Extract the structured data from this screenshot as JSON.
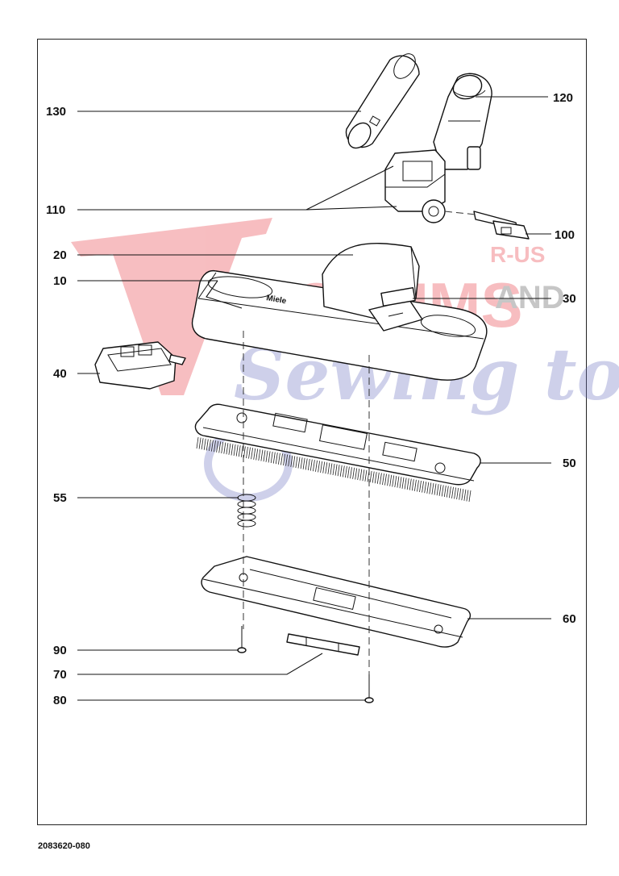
{
  "document_number": "2083620-080",
  "callouts": [
    {
      "id": "130",
      "label": "130"
    },
    {
      "id": "120",
      "label": "120"
    },
    {
      "id": "110",
      "label": "110"
    },
    {
      "id": "100",
      "label": "100"
    },
    {
      "id": "20",
      "label": "20"
    },
    {
      "id": "10",
      "label": "10"
    },
    {
      "id": "30",
      "label": "30"
    },
    {
      "id": "40",
      "label": "40"
    },
    {
      "id": "50",
      "label": "50"
    },
    {
      "id": "55",
      "label": "55"
    },
    {
      "id": "60",
      "label": "60"
    },
    {
      "id": "90",
      "label": "90"
    },
    {
      "id": "70",
      "label": "70"
    },
    {
      "id": "80",
      "label": "80"
    }
  ],
  "brand_text": "Miele",
  "watermark": {
    "line1": "VACUUMS",
    "r_us": "R-US",
    "and": "AND",
    "line2": "Sewing too",
    "color_red": "#e83b44",
    "color_blue": "#6c74c2"
  }
}
